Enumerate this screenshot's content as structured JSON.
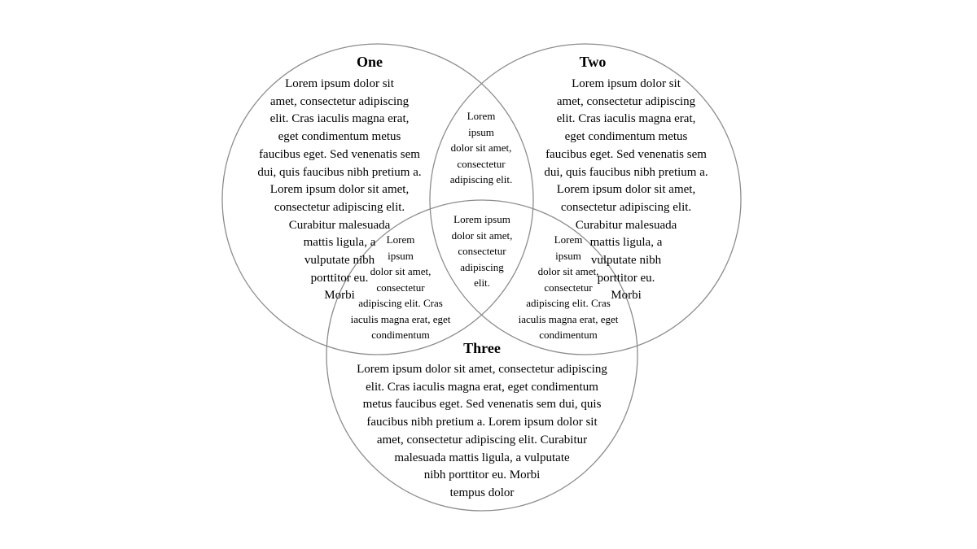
{
  "colors": {
    "circle_stroke": "#8c8c8c",
    "text": "#000000",
    "background": "#ffffff"
  },
  "sets": [
    {
      "title": "One"
    },
    {
      "title": "Two"
    },
    {
      "title": "Three"
    }
  ],
  "regions": {
    "one_only": [
      "Lorem ipsum dolor sit",
      "amet, consectetur adipiscing",
      "elit. Cras iaculis magna erat,",
      "eget condimentum metus",
      "faucibus eget. Sed venenatis sem",
      "dui, quis faucibus nibh pretium a.",
      "Lorem ipsum dolor sit amet,",
      "consectetur adipiscing elit.",
      "Curabitur malesuada",
      "mattis ligula, a",
      "vulputate nibh",
      "porttitor eu.",
      "Morbi"
    ],
    "two_only": [
      "Lorem ipsum dolor sit",
      "amet, consectetur adipiscing",
      "elit. Cras iaculis magna erat,",
      "eget condimentum metus",
      "faucibus eget. Sed venenatis sem",
      "dui, quis faucibus nibh pretium a.",
      "Lorem ipsum dolor sit amet,",
      "consectetur adipiscing elit.",
      "Curabitur malesuada",
      "mattis ligula, a",
      "vulputate nibh",
      "porttitor eu.",
      "Morbi"
    ],
    "three_only": [
      "Lorem ipsum dolor sit amet, consectetur adipiscing",
      "elit. Cras iaculis magna erat, eget condimentum",
      "metus faucibus eget. Sed venenatis sem dui, quis",
      "faucibus nibh pretium a. Lorem ipsum dolor sit",
      "amet, consectetur adipiscing elit. Curabitur",
      "malesuada mattis ligula, a vulputate",
      "nibh porttitor eu. Morbi",
      "tempus dolor"
    ],
    "one_two": [
      "Lorem",
      "ipsum",
      "dolor sit amet,",
      "consectetur",
      "adipiscing elit."
    ],
    "one_three": [
      "Lorem",
      "ipsum",
      "dolor sit amet,",
      "consectetur",
      "adipiscing elit. Cras",
      "iaculis magna erat, eget",
      "condimentum"
    ],
    "two_three": [
      "Lorem",
      "ipsum",
      "dolor sit amet,",
      "consectetur",
      "adipiscing elit. Cras",
      "iaculis magna erat, eget",
      "condimentum"
    ],
    "all_three": [
      "Lorem ipsum",
      "dolor sit amet,",
      "consectetur",
      "adipiscing",
      "elit."
    ]
  }
}
